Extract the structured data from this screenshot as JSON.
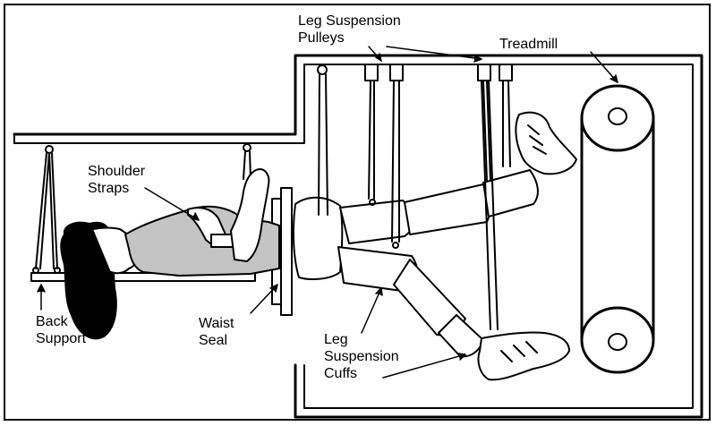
{
  "labels": {
    "leg_suspension_pulleys": [
      "Leg Suspension",
      "Pulleys"
    ],
    "treadmill": "Treadmill",
    "shoulder_straps": [
      "Shoulder",
      "Straps"
    ],
    "back_support": [
      "Back",
      "Support"
    ],
    "waist_seal": [
      "Waist",
      "Seal"
    ],
    "leg_suspension_cuffs": [
      "Leg",
      "Suspension",
      "Cuffs"
    ]
  },
  "colors": {
    "line": "#000000",
    "shade": "#bdbdbd",
    "hair": "#000000"
  }
}
